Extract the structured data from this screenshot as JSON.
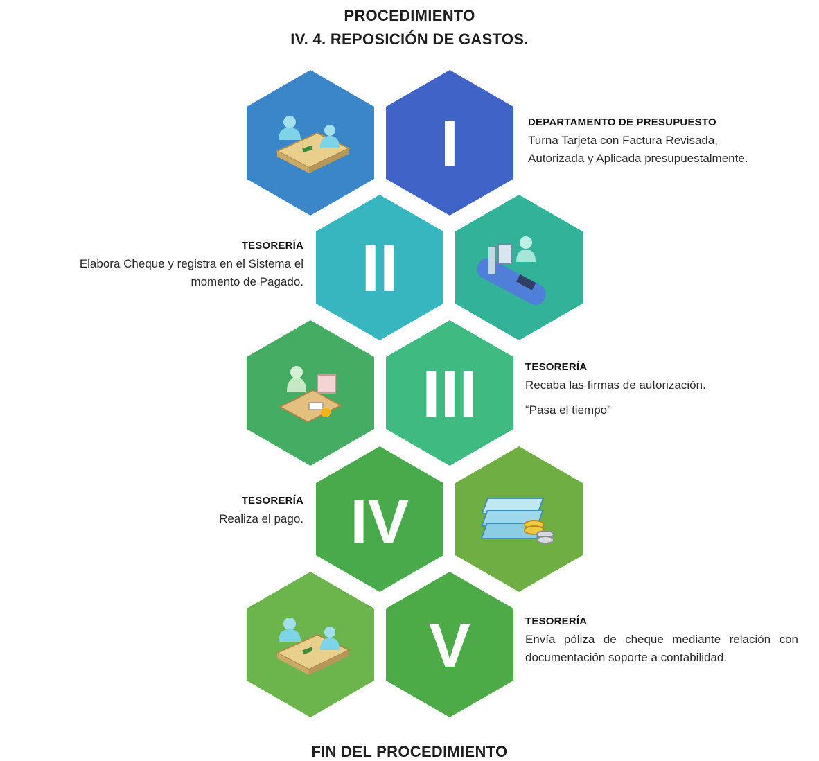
{
  "header": {
    "title_line1": "PROCEDIMIENTO",
    "title_line2": "IV. 4.  REPOSICIÓN DE GASTOS."
  },
  "footer": {
    "end_label": "FIN DEL PROCEDIMIENTO"
  },
  "colors": {
    "step1_icon": "#3a86c8",
    "step1_numeral": "#3f63c6",
    "step2_numeral": "#37b6bf",
    "step2_icon": "#33b29a",
    "step3_icon": "#45ad63",
    "step3_numeral": "#3fba80",
    "step4_numeral": "#49aa4c",
    "step4_icon": "#6fae43",
    "step5_icon": "#6cb44c",
    "step5_numeral": "#4caa47"
  },
  "steps": [
    {
      "numeral": "I",
      "icon": "meeting-icon",
      "department": "DEPARTAMENTO DE PRESUPUESTO",
      "lines": [
        "Turna Tarjeta con Factura Revisada,",
        "Autorizada y Aplicada presupuestalmente."
      ]
    },
    {
      "numeral": "II",
      "icon": "computer-worker-icon",
      "department": "TESORERÍA",
      "lines": [
        "Elabora Cheque y registra en el Sistema el",
        "momento de Pagado."
      ]
    },
    {
      "numeral": "III",
      "icon": "office-desk-icon",
      "department": "TESORERÍA",
      "lines": [
        "Recaba las firmas de autorización."
      ],
      "note": "“Pasa el tiempo”"
    },
    {
      "numeral": "IV",
      "icon": "money-stack-icon",
      "department": "TESORERÍA",
      "lines": [
        "Realiza el pago."
      ]
    },
    {
      "numeral": "V",
      "icon": "meeting-icon",
      "department": "TESORERÍA",
      "text": "Envía póliza de cheque mediante relación con documentación soporte a contabilidad."
    }
  ]
}
